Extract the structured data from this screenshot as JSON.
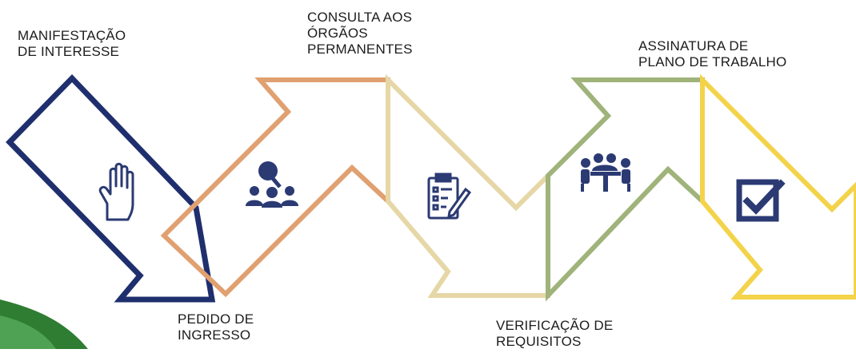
{
  "steps": [
    {
      "label": "MANIFESTAÇÃO\nDE INTERESSE",
      "icon": "raised-hand-icon",
      "color": "#1f2f6e"
    },
    {
      "label": "PEDIDO DE\nINGRESSO",
      "icon": "people-search-icon",
      "color": "#e0a070"
    },
    {
      "label": "CONSULTA AOS\nÓRGÃOS\nPERMANENTES",
      "icon": "clipboard-checklist-icon",
      "color": "#e6d7a6"
    },
    {
      "label": "VERIFICAÇÃO DE\nREQUISITOS",
      "icon": "meeting-table-icon",
      "color": "#9fb37a"
    },
    {
      "label": "ASSINATURA DE\nPLANO DE TRABALHO",
      "icon": "checkbox-checked-icon",
      "color": "#f3d34a"
    }
  ],
  "colors": {
    "icon": "#2b3a73",
    "corner": "#2e7d32"
  }
}
